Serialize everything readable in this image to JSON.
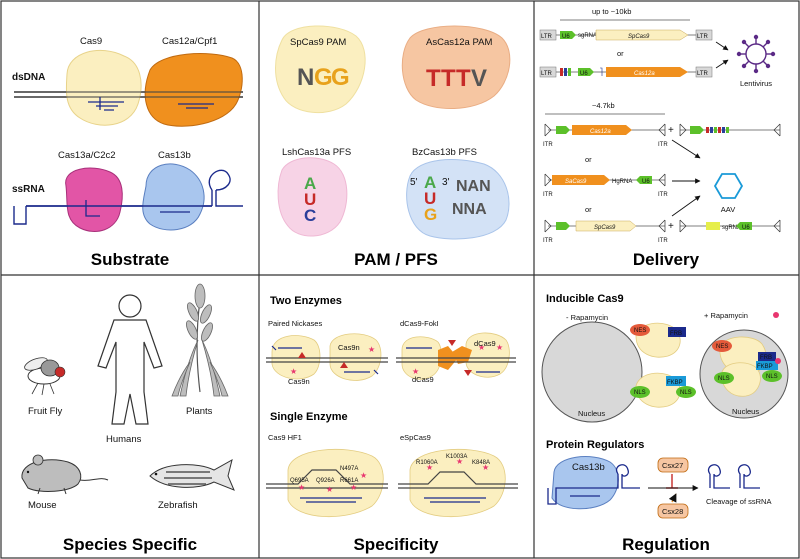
{
  "panels": {
    "substrate": {
      "title": "Substrate",
      "dsdna": "dsDNA",
      "ssrna": "ssRNA",
      "cas9": "Cas9",
      "cas12a": "Cas12a/Cpf1",
      "cas13a": "Cas13a/C2c2",
      "cas13b": "Cas13b"
    },
    "pam": {
      "title": "PAM / PFS",
      "spcas9": "SpCas9 PAM",
      "ascas12a": "AsCas12a PAM",
      "lshcas13a": "LshCas13a PFS",
      "bzcas13b": "BzCas13b PFS",
      "ngg": [
        "N",
        "G",
        "G"
      ],
      "tttv": [
        "T",
        "T",
        "T",
        "V"
      ],
      "auc": [
        "A",
        "U",
        "C"
      ],
      "aug": [
        "A",
        "U",
        "G"
      ],
      "five_prime": "5'",
      "three_prime": "3'",
      "nan": "NAN",
      "nna": "NNA"
    },
    "delivery": {
      "title": "Delivery",
      "up_to": "up to ~10kb",
      "approx": "~4.7kb",
      "or": "or",
      "lentivirus": "Lentivirus",
      "aav": "AAV",
      "ltr": "LTR",
      "u6": "U6",
      "sgrna": "sgRNA",
      "itr": "ITR",
      "spcas9": "SpCas9",
      "cas12a": "Cas12a",
      "sacas9": "SaCas9",
      "hgrna": "HgRNA",
      "plus": "+"
    },
    "species": {
      "title": "Species Specific",
      "fruit_fly": "Fruit Fly",
      "humans": "Humans",
      "plants": "Plants",
      "mouse": "Mouse",
      "zebrafish": "Zebrafish"
    },
    "specificity": {
      "title": "Specificity",
      "two": "Two Enzymes",
      "single": "Single Enzyme",
      "paired": "Paired Nickases",
      "dcas9foki": "dCas9-FokI",
      "cas9n": "Cas9n",
      "dcas9": "dCas9",
      "hf1": "Cas9 HF1",
      "espcas9": "eSpCas9",
      "mut": [
        "Q695A",
        "Q926A",
        "N497A",
        "R661A"
      ],
      "emut": [
        "R1060A",
        "K1003A",
        "K848A"
      ]
    },
    "regulation": {
      "title": "Regulation",
      "inducible": "Inducible Cas9",
      "minus": "- Rapamycin",
      "plus": "+ Rapamycin",
      "nes": "NES",
      "frb": "FRB",
      "nls": "NLS",
      "fkbp": "FKBP",
      "nucleus": "Nucleus",
      "protein": "Protein Regulators",
      "cas13b": "Cas13b",
      "csx27": "Csx27",
      "csx28": "Csx28",
      "cleavage": "Cleavage of ssRNA"
    }
  },
  "colors": {
    "cas9": "#fbefc0",
    "cas12a": "#f0901e",
    "cas13a": "#e255a6",
    "cas13b": "#a9c6ee",
    "green": "#5cc02a",
    "navy": "#1b2a8c",
    "red": "#c62a28"
  }
}
